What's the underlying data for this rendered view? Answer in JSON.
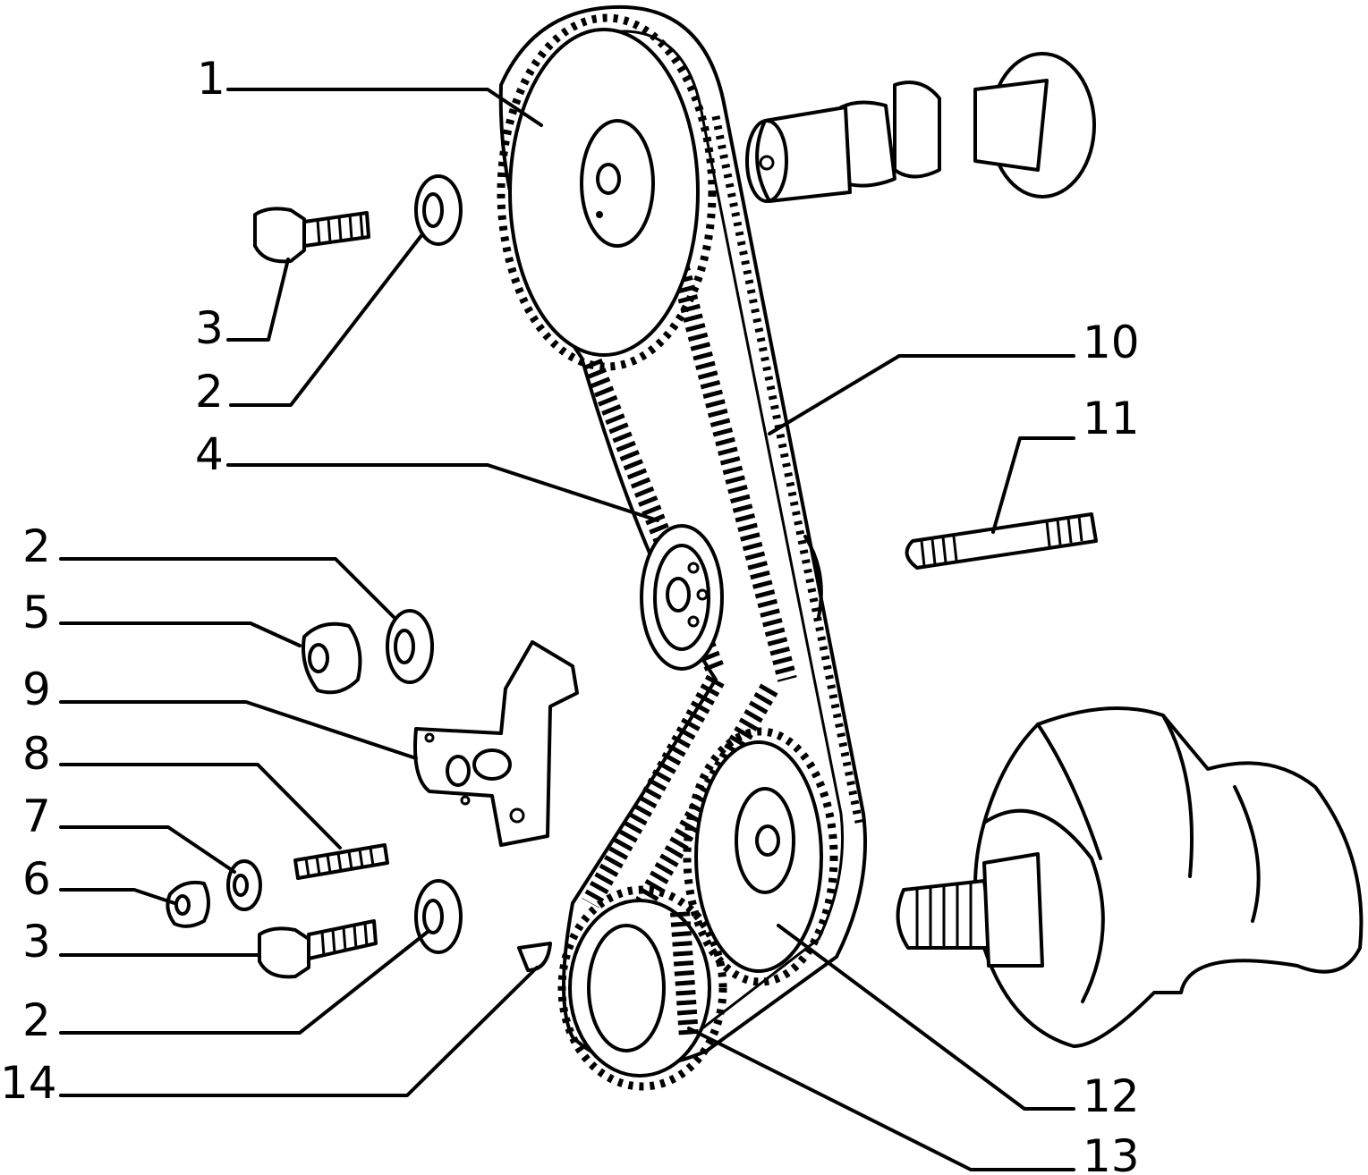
{
  "diagram": {
    "callouts": [
      {
        "id": "c1",
        "label": "1"
      },
      {
        "id": "c3a",
        "label": "3"
      },
      {
        "id": "c2a",
        "label": "2"
      },
      {
        "id": "c4",
        "label": "4"
      },
      {
        "id": "c2b",
        "label": "2"
      },
      {
        "id": "c5",
        "label": "5"
      },
      {
        "id": "c9",
        "label": "9"
      },
      {
        "id": "c8",
        "label": "8"
      },
      {
        "id": "c7",
        "label": "7"
      },
      {
        "id": "c6",
        "label": "6"
      },
      {
        "id": "c3b",
        "label": "3"
      },
      {
        "id": "c2c",
        "label": "2"
      },
      {
        "id": "c14",
        "label": "14"
      },
      {
        "id": "c10",
        "label": "10"
      },
      {
        "id": "c11",
        "label": "11"
      },
      {
        "id": "c12",
        "label": "12"
      },
      {
        "id": "c13",
        "label": "13"
      }
    ]
  },
  "colors": {
    "ink": "#000000",
    "paper": "#ffffff"
  }
}
